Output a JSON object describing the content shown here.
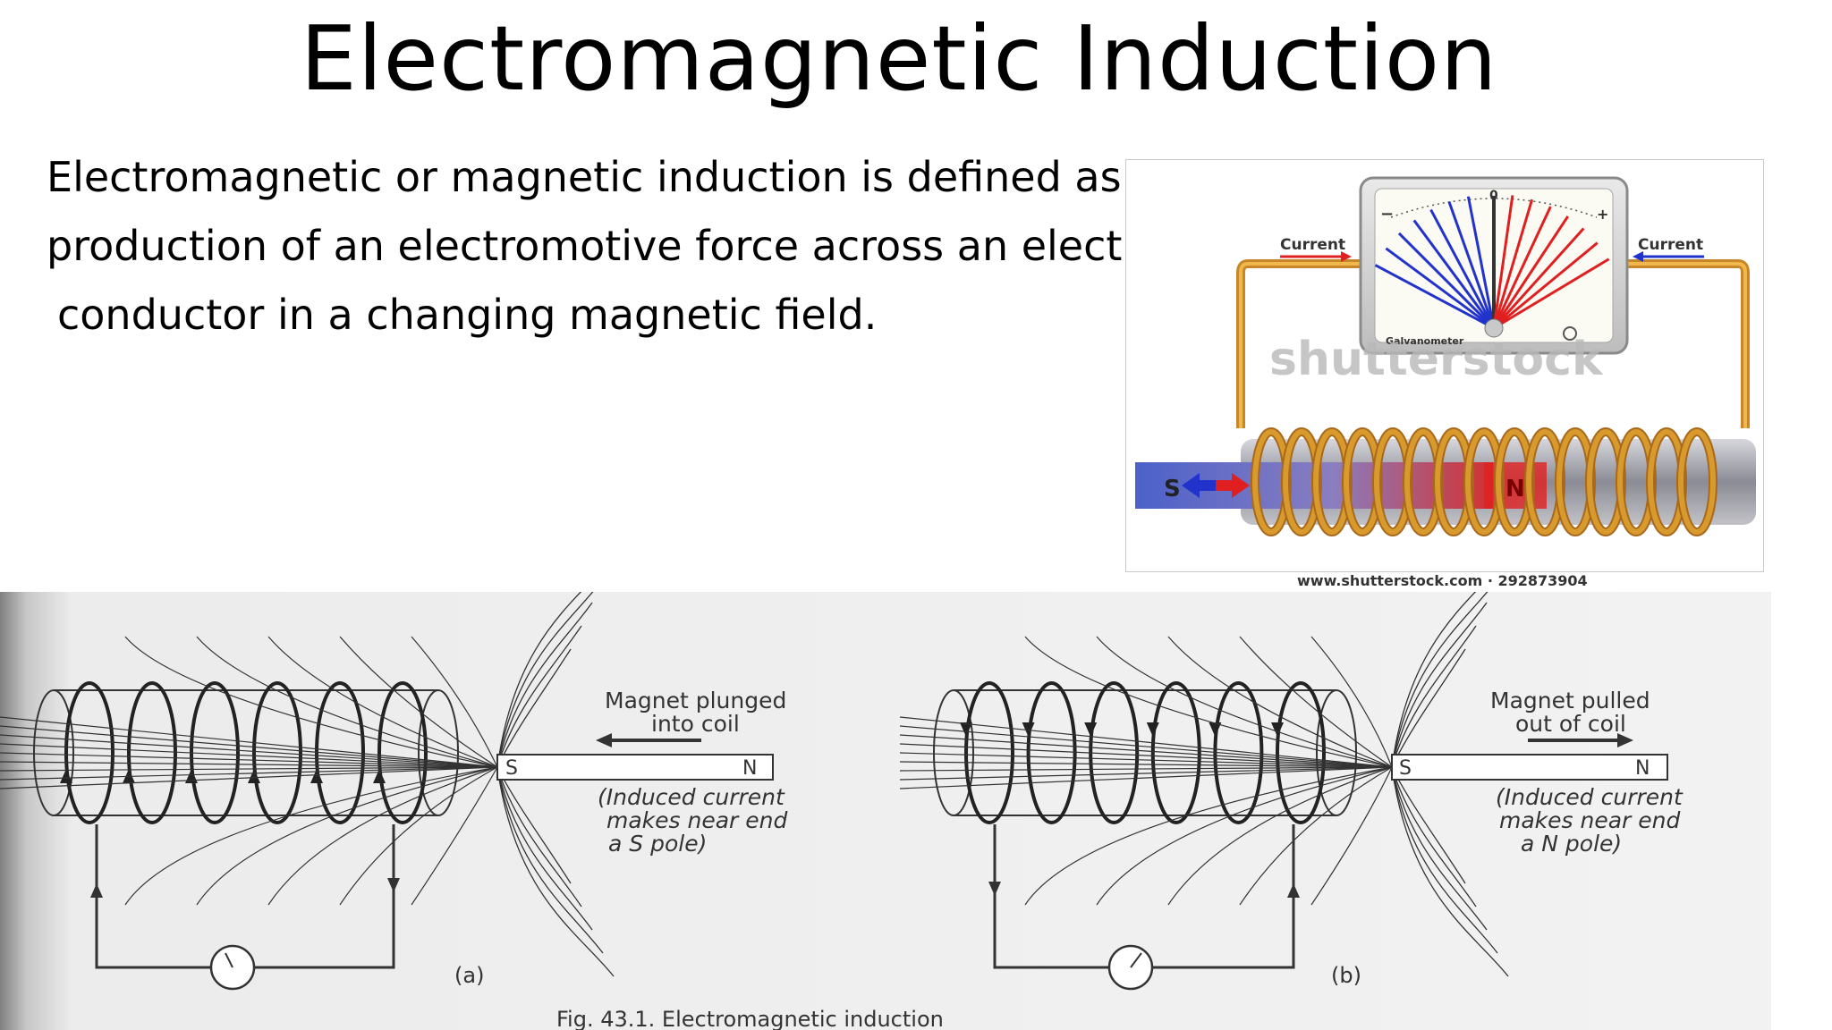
{
  "slide": {
    "title": "Electromagnetic Induction",
    "body_lines": [
      "Electromagnetic or magnetic induction is defined as the",
      "production of an electromotive force across an electrical",
      " conductor in a changing magnetic field."
    ]
  },
  "top_figure": {
    "galvanometer_label": "Galvanometer",
    "zero": "0",
    "minus": "−",
    "plus": "+",
    "current_left": "Current",
    "current_right": "Current",
    "watermark": "shutterstock",
    "magnet_s": "S",
    "magnet_n": "N",
    "caption": "www.shutterstock.com · 292873904",
    "colors": {
      "coil": "#d89a2c",
      "red": "#e02020",
      "blue": "#2233cc"
    }
  },
  "bottom_figure": {
    "panel_a": {
      "note_line1": "Magnet  plunged",
      "note_line2": "into  coil",
      "paren_line1": "(Induced  current",
      "paren_line2": "makes  near end",
      "paren_line3": "a  S  pole)",
      "pole_s": "S",
      "pole_n": "N",
      "label": "(a)"
    },
    "panel_b": {
      "note_line1": "Magnet  pulled",
      "note_line2": "out  of  coil",
      "paren_line1": "(Induced  current",
      "paren_line2": "makes  near  end",
      "paren_line3": "a  N  pole)",
      "pole_s": "S",
      "pole_n": "N",
      "label": "(b)"
    },
    "caption": "Fig. 43.1. Electromagnetic induction"
  }
}
